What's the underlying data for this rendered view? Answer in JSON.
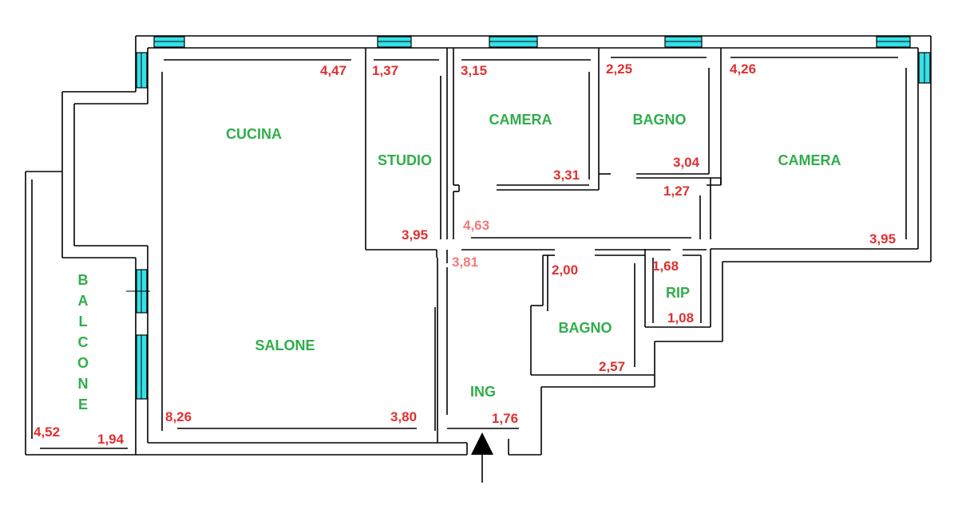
{
  "rooms": {
    "cucina": "CUCINA",
    "studio": "STUDIO",
    "camera1": "CAMERA",
    "bagno1": "BAGNO",
    "camera2": "CAMERA",
    "salone": "SALONE",
    "ing": "ING",
    "bagno2": "BAGNO",
    "rip": "RIP",
    "balcone": [
      "B",
      "A",
      "L",
      "C",
      "O",
      "N",
      "E"
    ]
  },
  "dimensions": {
    "cucina_w": "4,47",
    "studio_w": "1,37",
    "camera1_w": "3,15",
    "bagno1_w": "2,25",
    "camera2_w": "4,26",
    "camera1_d": "3,31",
    "bagno1_d": "3,04",
    "hall_small": "1,27",
    "hall_len": "4,63",
    "studio_d": "3,95",
    "camera2_d": "3,95",
    "ing_len": "3,81",
    "bagno2_w": "2,00",
    "rip_w": "1,68",
    "rip_d": "1,08",
    "bagno2_d": "2,57",
    "salone_w": "8,26",
    "salone_d": "3,80",
    "ing_w": "1,76",
    "balcone_l": "4,52",
    "balcone_w": "1,94"
  },
  "colors": {
    "room_label": "#2fae4a",
    "dimension": "#e03030",
    "window": "#35e1e8",
    "wall": "#000000"
  }
}
